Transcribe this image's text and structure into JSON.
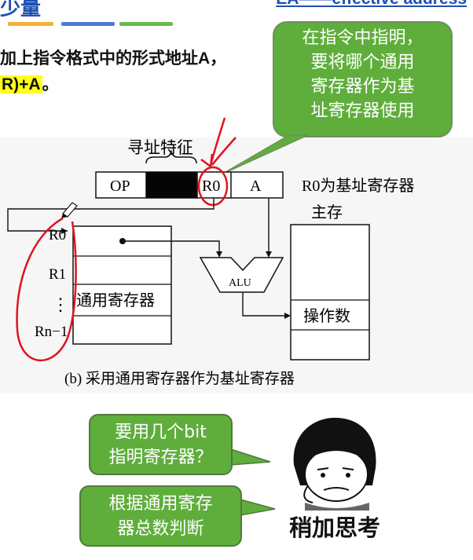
{
  "header": {
    "title_fragment": "少量",
    "ea_fragment": "EA——effective address"
  },
  "text": {
    "line1": "加上指令格式中的形式地址A，",
    "line2_highlight": "R)+A",
    "line2_tail": "。"
  },
  "callout_top": {
    "lines": [
      "在指令中指明，",
      "要将哪个通用",
      "寄存器作为基",
      "址寄存器使用"
    ]
  },
  "diagram": {
    "instruction_fields": [
      "OP",
      "R0",
      "A"
    ],
    "feature_label": "寻址特征",
    "base_register_note": "R0为基址寄存器",
    "register_labels": [
      "R0",
      "R1",
      "⋮",
      "Rn−1"
    ],
    "register_file_label": "通用寄存器",
    "memory_label": "主存",
    "alu_label": "ALU",
    "operand_label": "操作数",
    "caption": "(b) 采用通用寄存器作为基址寄存器"
  },
  "bubbles": {
    "question": [
      "要用几个bit",
      "指明寄存器？"
    ],
    "answer": [
      "根据通用寄存",
      "器总数判断"
    ]
  },
  "meme": {
    "label": "稍加思考"
  },
  "colors": {
    "callout_green": "#5fae3c",
    "annotation_red": "#e0141e",
    "highlight_yellow": "#ffff1a",
    "accent_blue": "#1f4fb3"
  }
}
